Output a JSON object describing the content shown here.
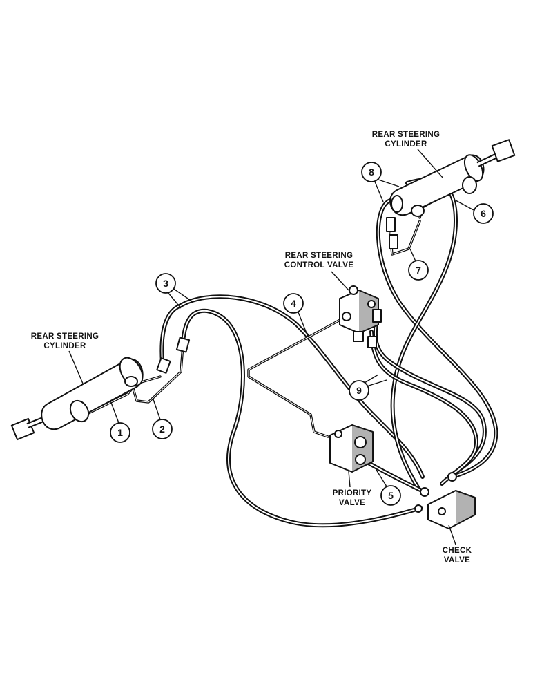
{
  "labels": {
    "rear_cylinder_right": [
      "REAR STEERING",
      "CYLINDER"
    ],
    "rear_cylinder_left": [
      "REAR STEERING",
      "CYLINDER"
    ],
    "control_valve": [
      "REAR STEERING",
      "CONTROL VALVE"
    ],
    "priority_valve": [
      "PRIORITY",
      "VALVE"
    ],
    "check_valve": [
      "CHECK",
      "VALVE"
    ]
  },
  "callouts": [
    "1",
    "2",
    "3",
    "4",
    "5",
    "6",
    "7",
    "8",
    "9"
  ]
}
